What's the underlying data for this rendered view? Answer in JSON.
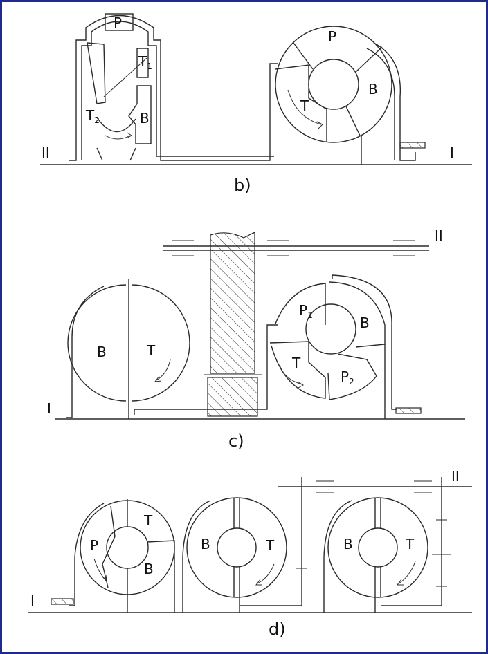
{
  "panel_b": {
    "caption": "b)",
    "left_unit": {
      "top": "P",
      "turbine1_main": "T",
      "turbine1_sub": "1",
      "turbine2_main": "T",
      "turbine2_sub": "2",
      "pump": "B"
    },
    "right_unit": {
      "top": "P",
      "pump": "B",
      "turbine": "T"
    },
    "shaft_left": "II",
    "shaft_right": "I"
  },
  "panel_c": {
    "caption": "c)",
    "left_unit": {
      "pump": "B",
      "turbine": "T"
    },
    "right_unit": {
      "stator1_main": "P",
      "stator1_sub": "1",
      "pump": "B",
      "turbine": "T",
      "stator2_main": "P",
      "stator2_sub": "2"
    },
    "shaft_left": "I",
    "shaft_top": "II"
  },
  "panel_d": {
    "caption": "d)",
    "unit1": {
      "stator": "P",
      "turbine": "T",
      "pump": "B"
    },
    "unit2": {
      "pump": "B",
      "turbine": "T"
    },
    "unit3": {
      "pump": "B",
      "turbine": "T"
    },
    "shaft_left": "I",
    "shaft_right": "II"
  }
}
